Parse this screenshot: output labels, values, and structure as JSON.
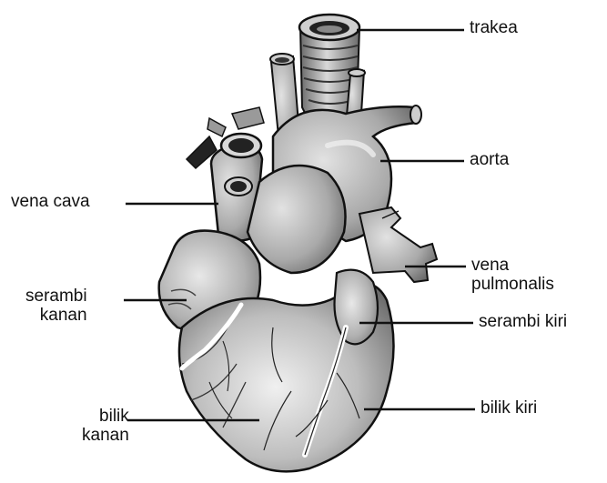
{
  "labels": {
    "trakea": "trakea",
    "aorta": "aorta",
    "vena_cava": "vena cava",
    "vena_pulmonalis": [
      "vena",
      "pulmonalis"
    ],
    "serambi_kanan": [
      "serambi",
      "kanan"
    ],
    "serambi_kiri": "serambi kiri",
    "bilik_kanan": [
      "bilik",
      "kanan"
    ],
    "bilik_kiri": "bilik kiri"
  },
  "colors": {
    "outline": "#111111",
    "vessel": "#a8a8a8",
    "chamber": "#b8b8b8",
    "highlight": "#e6e6e6",
    "shadow": "#555555",
    "leader": "#111111"
  }
}
